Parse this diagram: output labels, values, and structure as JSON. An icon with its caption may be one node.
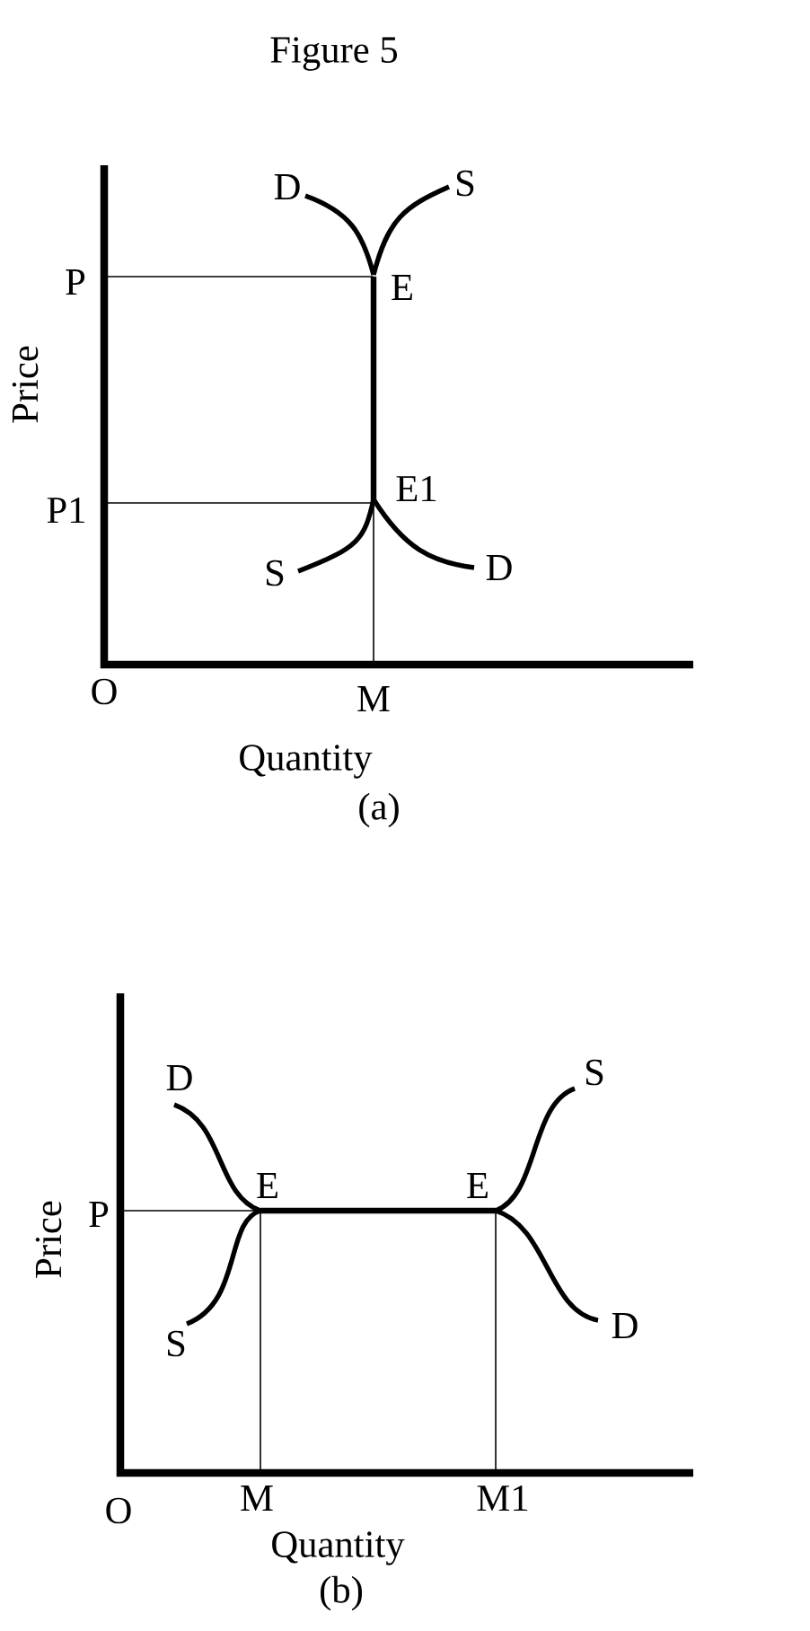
{
  "diagram": {
    "title": "Figure 5",
    "labels": [
      "D",
      "S",
      "P",
      "E",
      "Price",
      "P1",
      "E1",
      "S",
      "D",
      "O",
      "M",
      "Quantity",
      "(a)",
      "D",
      "S",
      "E",
      "E",
      "P",
      "Price",
      "S",
      "D",
      "O",
      "M",
      "M1",
      "Quantity",
      "(b)"
    ]
  }
}
